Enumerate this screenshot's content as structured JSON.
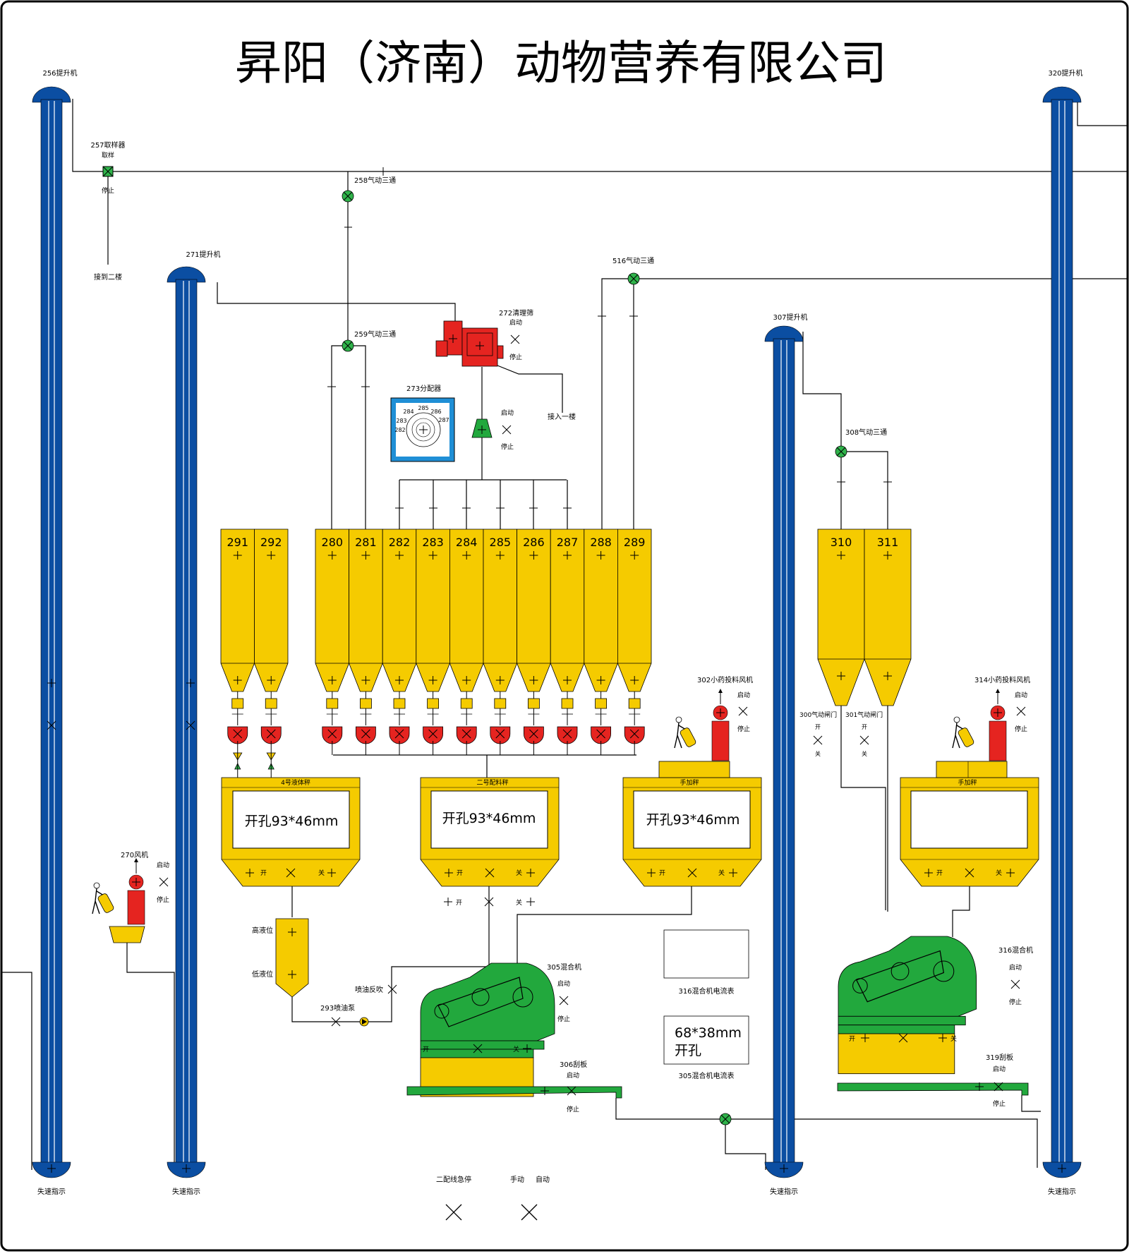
{
  "title": "昇阳（济南）动物营养有限公司",
  "colors": {
    "elevator": "#0b4ea2",
    "bin": "#f5cb00",
    "valve": "#e52420",
    "mixer": "#22a83d",
    "valve_green": "#2fb34a",
    "distributor_blue": "#1f8fd6",
    "line": "#000000"
  },
  "elevators": {
    "e256": {
      "label": "256提升机",
      "foot": "失速指示"
    },
    "e271": {
      "label": "271提升机",
      "foot": "失速指示"
    },
    "e307": {
      "label": "307提升机",
      "foot": "失速指示"
    },
    "e320": {
      "label": "320提升机",
      "foot": "失速指示"
    }
  },
  "sampler": {
    "label": "257取样器",
    "sample": "取样",
    "stop": "停止",
    "note": "接到二楼"
  },
  "tees": {
    "t258": "258气动三通",
    "t259": "259气动三通",
    "t516": "516气动三通",
    "t308": "308气动三通"
  },
  "cleaner": {
    "label": "272清理筛",
    "start": "启动",
    "stop": "停止",
    "note": "接入一楼"
  },
  "distributor": {
    "label": "273分配器",
    "ports": [
      "284",
      "285",
      "286",
      "283",
      "287",
      "282"
    ]
  },
  "spout": {
    "start": "启动",
    "stop": "停止"
  },
  "bins": {
    "b291": "291",
    "b292": "292",
    "b280": "280",
    "b281": "281",
    "b282": "282",
    "b283": "283",
    "b284": "284",
    "b285": "285",
    "b286": "286",
    "b287": "287",
    "b288": "288",
    "b289": "289",
    "b310": "310",
    "b311": "311"
  },
  "gates": {
    "g300": {
      "label": "300气动闸门",
      "open": "开",
      "close": "关"
    },
    "g301": {
      "label": "301气动闸门",
      "open": "开",
      "close": "关"
    }
  },
  "scales": {
    "s4": {
      "label": "4号液体秤",
      "text": "开孔93*46mm",
      "open": "开",
      "close": "关"
    },
    "s2": {
      "label": "二号配料秤",
      "text": "开孔93*46mm",
      "open": "开",
      "close": "关"
    },
    "sh1": {
      "label": "手加秤",
      "text": "开孔93*46mm",
      "open": "开",
      "close": "关"
    },
    "sh2": {
      "label": "手加秤",
      "text": "",
      "open": "开",
      "close": "关"
    }
  },
  "under_scale": {
    "open": "开",
    "close": "关"
  },
  "fans": {
    "f302": {
      "label": "302小药投料风机",
      "start": "启动",
      "stop": "停止"
    },
    "f314": {
      "label": "314小药投料风机",
      "start": "启动",
      "stop": "停止"
    },
    "f270": {
      "label": "270风机",
      "start": "启动",
      "stop": "停止"
    }
  },
  "tank": {
    "high": "高液位",
    "low": "低液位",
    "pump": "293喷油泵",
    "blow": "喷油反吹"
  },
  "mixers": {
    "m305": {
      "label": "305混合机",
      "start": "启动",
      "stop": "停止",
      "open": "开",
      "close": "关"
    },
    "m316": {
      "label": "316混合机",
      "start": "启动",
      "stop": "停止",
      "open": "开",
      "close": "关"
    }
  },
  "scrapers": {
    "c306": {
      "label": "306刮板",
      "start": "启动",
      "stop": "停止"
    },
    "c319": {
      "label": "319刮板",
      "start": "启动",
      "stop": "停止"
    }
  },
  "meters": {
    "m316": {
      "label": "316混合机电流表",
      "text": ""
    },
    "m305": {
      "label": "305混合机电流表",
      "line1": "68*38mm",
      "line2": "开孔"
    }
  },
  "bottom": {
    "estop": "二配线急停",
    "manual": "手动",
    "auto": "自动"
  }
}
